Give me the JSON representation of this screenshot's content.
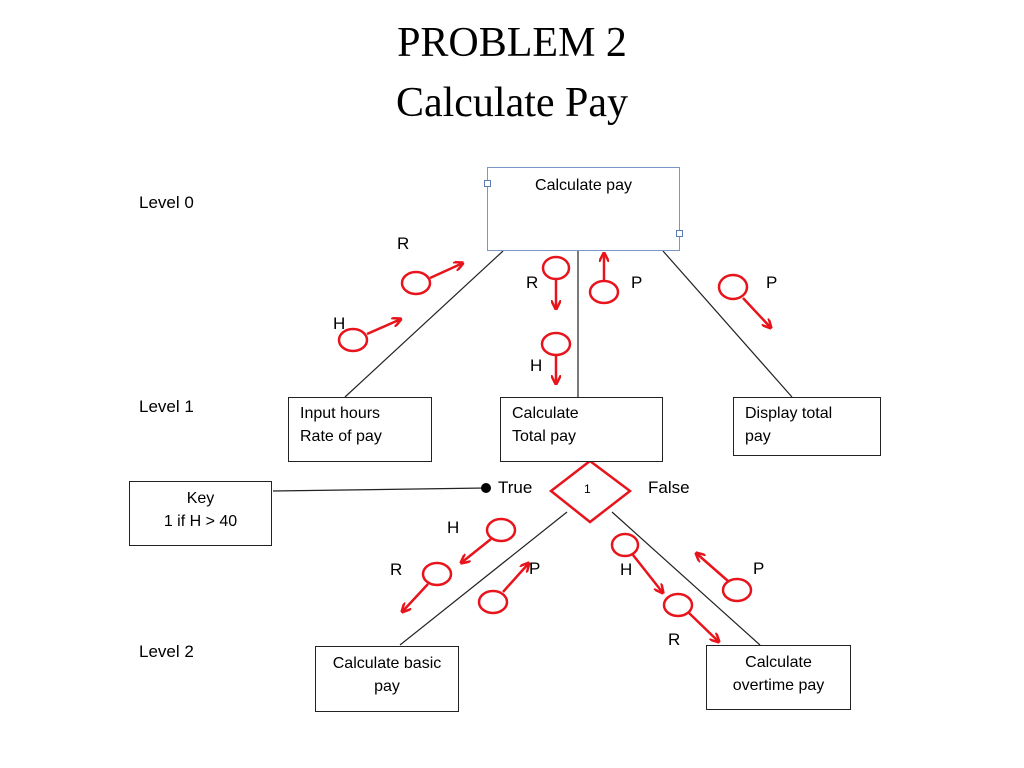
{
  "title": {
    "line1": "PROBLEM 2",
    "line2": "Calculate Pay"
  },
  "levels": {
    "level0": "Level 0",
    "level1": "Level 1",
    "level2": "Level 2"
  },
  "boxes": {
    "root": "Calculate pay",
    "input": [
      "Input hours",
      "Rate of pay"
    ],
    "calc_total": [
      "Calculate",
      "Total pay"
    ],
    "display": [
      "Display total",
      "pay"
    ],
    "key": [
      "Key",
      "1 if H > 40"
    ],
    "basic": [
      "Calculate basic",
      "pay"
    ],
    "overtime": [
      "Calculate",
      "overtime pay"
    ]
  },
  "decision": {
    "symbol": "1",
    "true_label": "True",
    "false_label": "False"
  },
  "flow_labels": {
    "r_top_left": "R",
    "h_left": "H",
    "r_center": "R",
    "p_center": "P",
    "h_center": "H",
    "p_right": "P",
    "h_basic": "H",
    "r_basic": "R",
    "p_basic": "P",
    "h_overtime": "H",
    "r_overtime": "R",
    "p_overtime": "P"
  },
  "colors": {
    "flow": "#e8141c",
    "line": "#222222",
    "root_border": "#7a96c8"
  }
}
